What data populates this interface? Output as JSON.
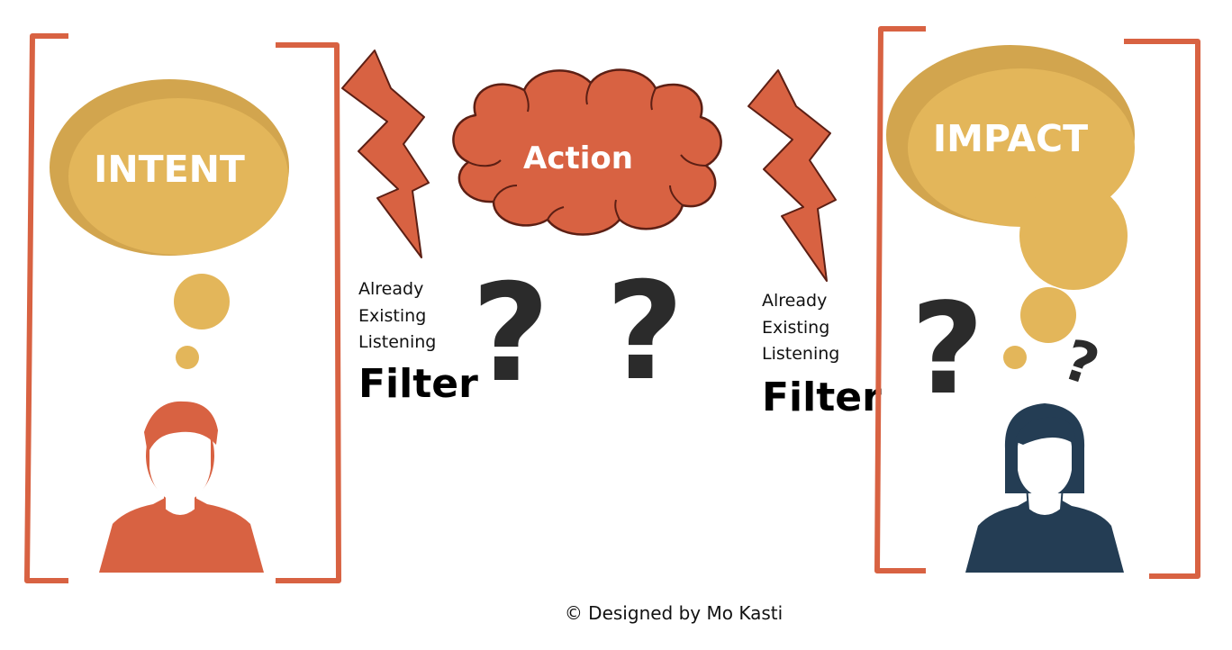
{
  "diagram": {
    "intent": {
      "label": "INTENT"
    },
    "action": {
      "label": "Action"
    },
    "impact": {
      "label": "IMPACT"
    },
    "filter_left": {
      "line1": "Already",
      "line2": "Existing",
      "line3": "Listening",
      "title": "Filter"
    },
    "filter_right": {
      "line1": "Already",
      "line2": "Existing",
      "line3": "Listening",
      "title": "Filter"
    },
    "question_mark": "?",
    "credit": "© Designed by Mo Kasti"
  },
  "colors": {
    "orange": "#d86242",
    "gold": "#e3b65a",
    "gold_dark": "#d2a54e",
    "navy": "#243d54",
    "dark_text": "#2b2b2b",
    "cloud_outline": "#5c1f14"
  },
  "icons": {
    "speaker": "man-silhouette-icon",
    "listener": "woman-silhouette-icon",
    "filter": "lightning-bolt-icon"
  }
}
